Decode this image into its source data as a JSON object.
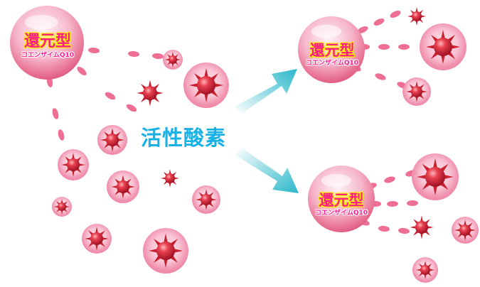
{
  "ubiquinol_label": "還元型",
  "coq10_label": "コエンザイムQ10",
  "ros_label": "活性酸素",
  "colors": {
    "ros_text": "#17b1e6",
    "ubiquinol_text": "#ff1a8c",
    "ubiquinol_outline": "#fff200",
    "arrow": "#2ab7c9",
    "particle_core": "#d8283e",
    "particle_glow": "#f7b6c9"
  }
}
